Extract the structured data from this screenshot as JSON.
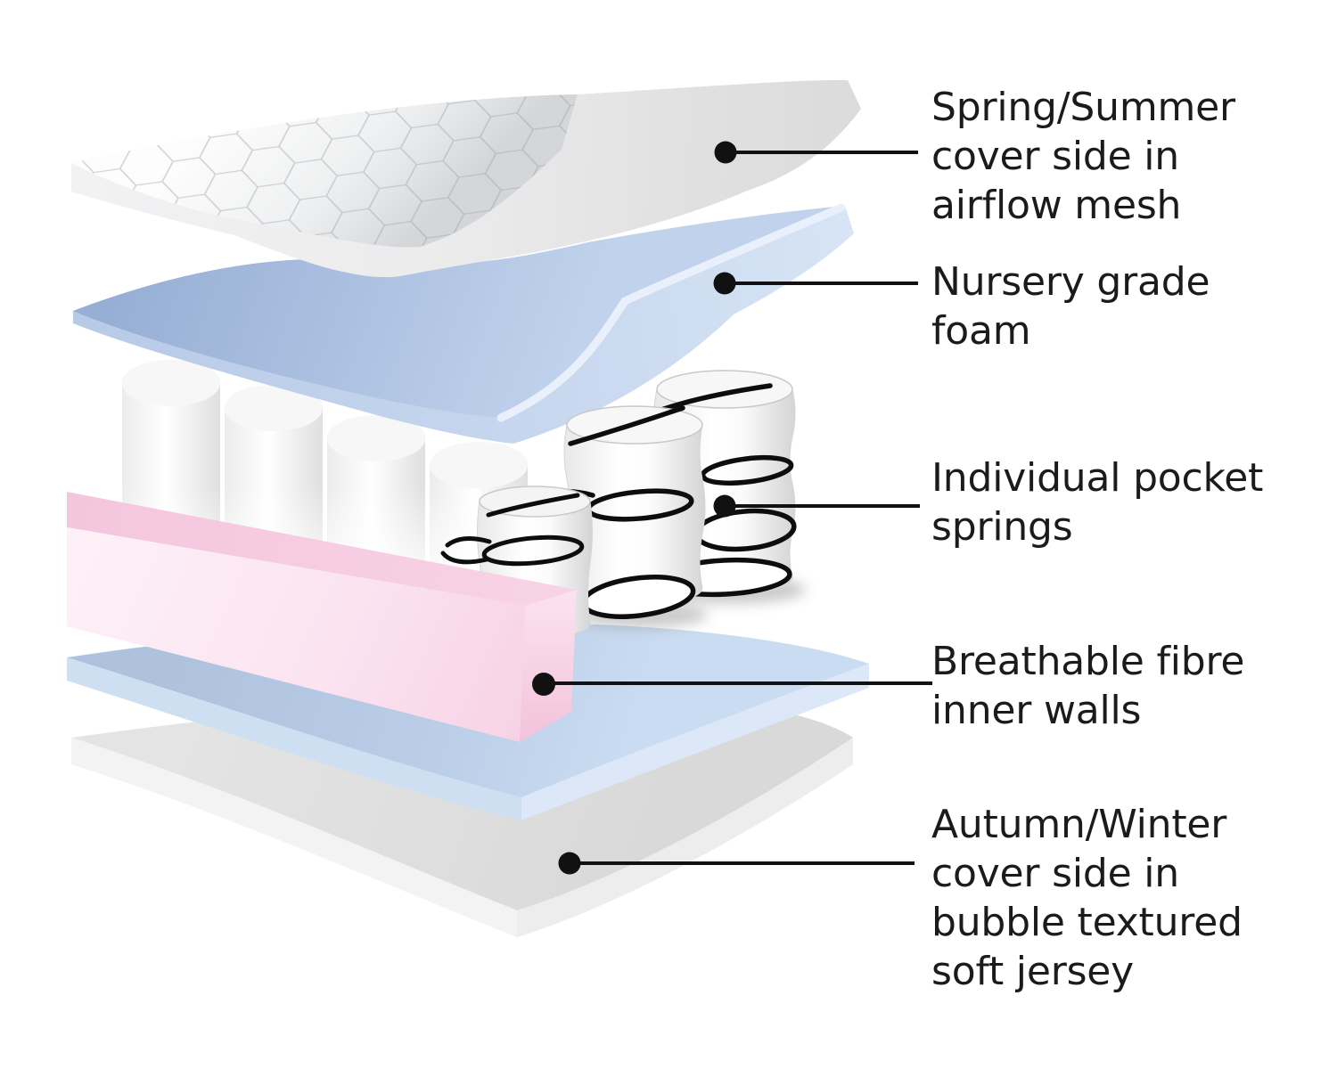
{
  "labels": [
    {
      "name": "spring-summer-cover",
      "text": "Spring/Summer\ncover side in\nairflow mesh"
    },
    {
      "name": "nursery-grade-foam",
      "text": "Nursery grade\nfoam"
    },
    {
      "name": "individual-pocket-springs",
      "text": "Individual pocket\nsprings"
    },
    {
      "name": "breathable-fibre-inner-walls",
      "text": "Breathable fibre\ninner walls"
    },
    {
      "name": "autumn-winter-cover",
      "text": "Autumn/Winter\ncover side in\nbubble textured\nsoft jersey"
    }
  ],
  "colors": {
    "background": "#ffffff",
    "callout_line": "#111111",
    "label_text": "#1b1b1b",
    "airflow_mesh_grey": "#e6e7e8",
    "nursery_foam_blue": "#a9bfe0",
    "spring_fabric_white": "#f6f6f6",
    "spring_coil_black": "#0d0d0d",
    "inner_wall_pink": "#f8d7e9",
    "base_layer_blue": "#b6c9e3",
    "winter_cover_grey": "#e0e0e1"
  }
}
